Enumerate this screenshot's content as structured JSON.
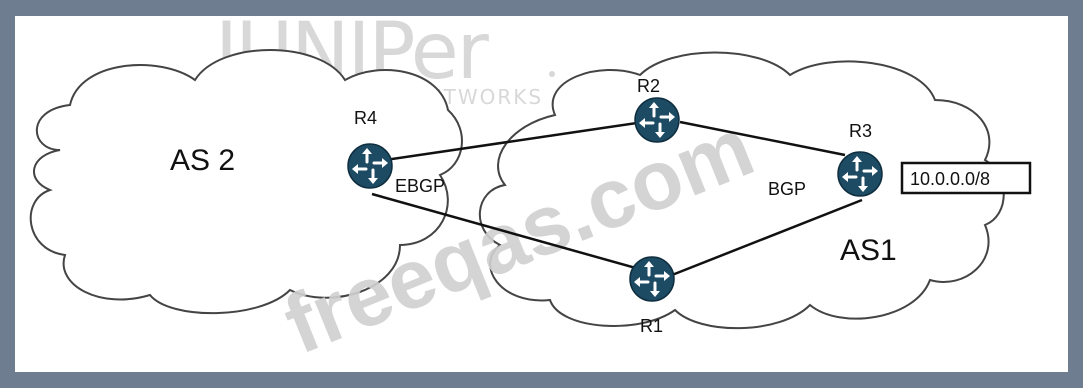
{
  "logo": {
    "brand": "JUNIPer",
    "sub": "NETWORKS"
  },
  "watermark": "freeqas.com",
  "regions": {
    "as2": "AS 2",
    "as1": "AS1"
  },
  "routers": {
    "r1": "R1",
    "r2": "R2",
    "r3": "R3",
    "r4": "R4"
  },
  "links": {
    "ebgp": "EBGP",
    "bgp": "BGP"
  },
  "prefix": "10.0.0.0/8",
  "colors": {
    "router_fill": "#1d4b63",
    "frame": "#6e7d8f",
    "cloud_stroke": "#444444"
  }
}
